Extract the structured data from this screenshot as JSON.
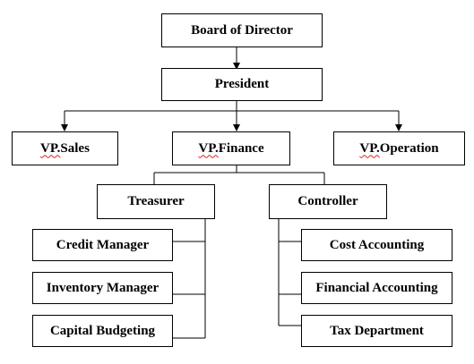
{
  "nodes": {
    "board": "Board of Director",
    "president": "President",
    "vp_sales_prefix": "VP.",
    "vp_sales_word": "Sales",
    "vp_finance_prefix": "VP.",
    "vp_finance_word": "Finance",
    "vp_operation_prefix": "VP.",
    "vp_operation_word": "Operation",
    "treasurer": "Treasurer",
    "controller": "Controller",
    "credit_manager": "Credit Manager",
    "inventory_manager": "Inventory Manager",
    "capital_budgeting": "Capital Budgeting",
    "cost_accounting": "Cost Accounting",
    "financial_accounting": "Financial Accounting",
    "tax_department": "Tax Department"
  },
  "colors": {
    "line": "#000000",
    "box_border": "#000000",
    "spellcheck_underline": "#e02020"
  }
}
